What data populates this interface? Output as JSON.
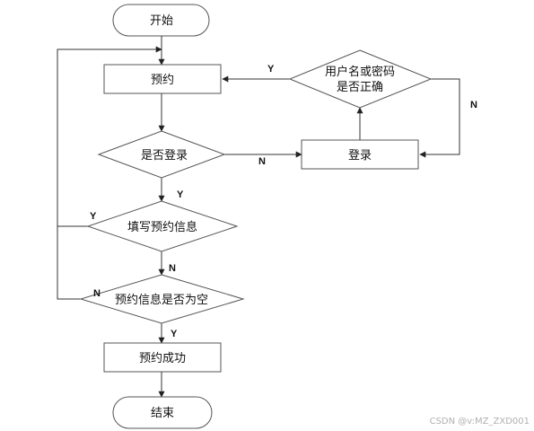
{
  "nodes": {
    "start": "开始",
    "reserve": "预约",
    "is_logged_in": "是否登录",
    "login": "登录",
    "credentials_check": [
      "用户名或密码",
      "是否正确"
    ],
    "fill_info": "填写预约信息",
    "info_empty": "预约信息是否为空",
    "success": "预约成功",
    "end": "结束"
  },
  "edge_labels": {
    "credentials_yes": "Y",
    "credentials_no": "N",
    "logged_in_no": "N",
    "logged_in_yes": "Y",
    "fill_yes": "Y",
    "fill_no": "N",
    "empty_no": "N",
    "empty_yes": "Y"
  },
  "watermark": "CSDN @v:MZ_ZXD001"
}
